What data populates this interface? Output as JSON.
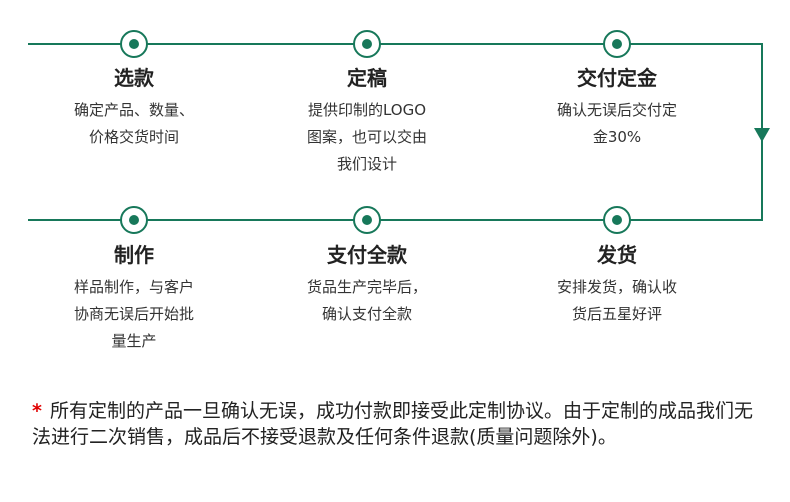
{
  "colors": {
    "line": "#17785a",
    "star": "#e00000"
  },
  "steps": [
    {
      "title": "选款",
      "desc": "确定产品、数量、\n价格交货时间"
    },
    {
      "title": "定稿",
      "desc": "提供印制的LOGO\n图案，也可以交由\n我们设计"
    },
    {
      "title": "交付定金",
      "desc": "确认无误后交付定\n金30%"
    },
    {
      "title": "发货",
      "desc": "安排发货，确认收\n货后五星好评"
    },
    {
      "title": "支付全款",
      "desc": "货品生产完毕后，\n确认支付全款"
    },
    {
      "title": "制作",
      "desc": "样品制作，与客户\n协商无误后开始批\n量生产"
    }
  ],
  "notice": {
    "star": "*",
    "text": "所有定制的产品一旦确认无误，成功付款即接受此定制协议。由于定制的成品我们无法进行二次销售，成品后不接受退款及任何条件退款(质量问题除外)。"
  }
}
